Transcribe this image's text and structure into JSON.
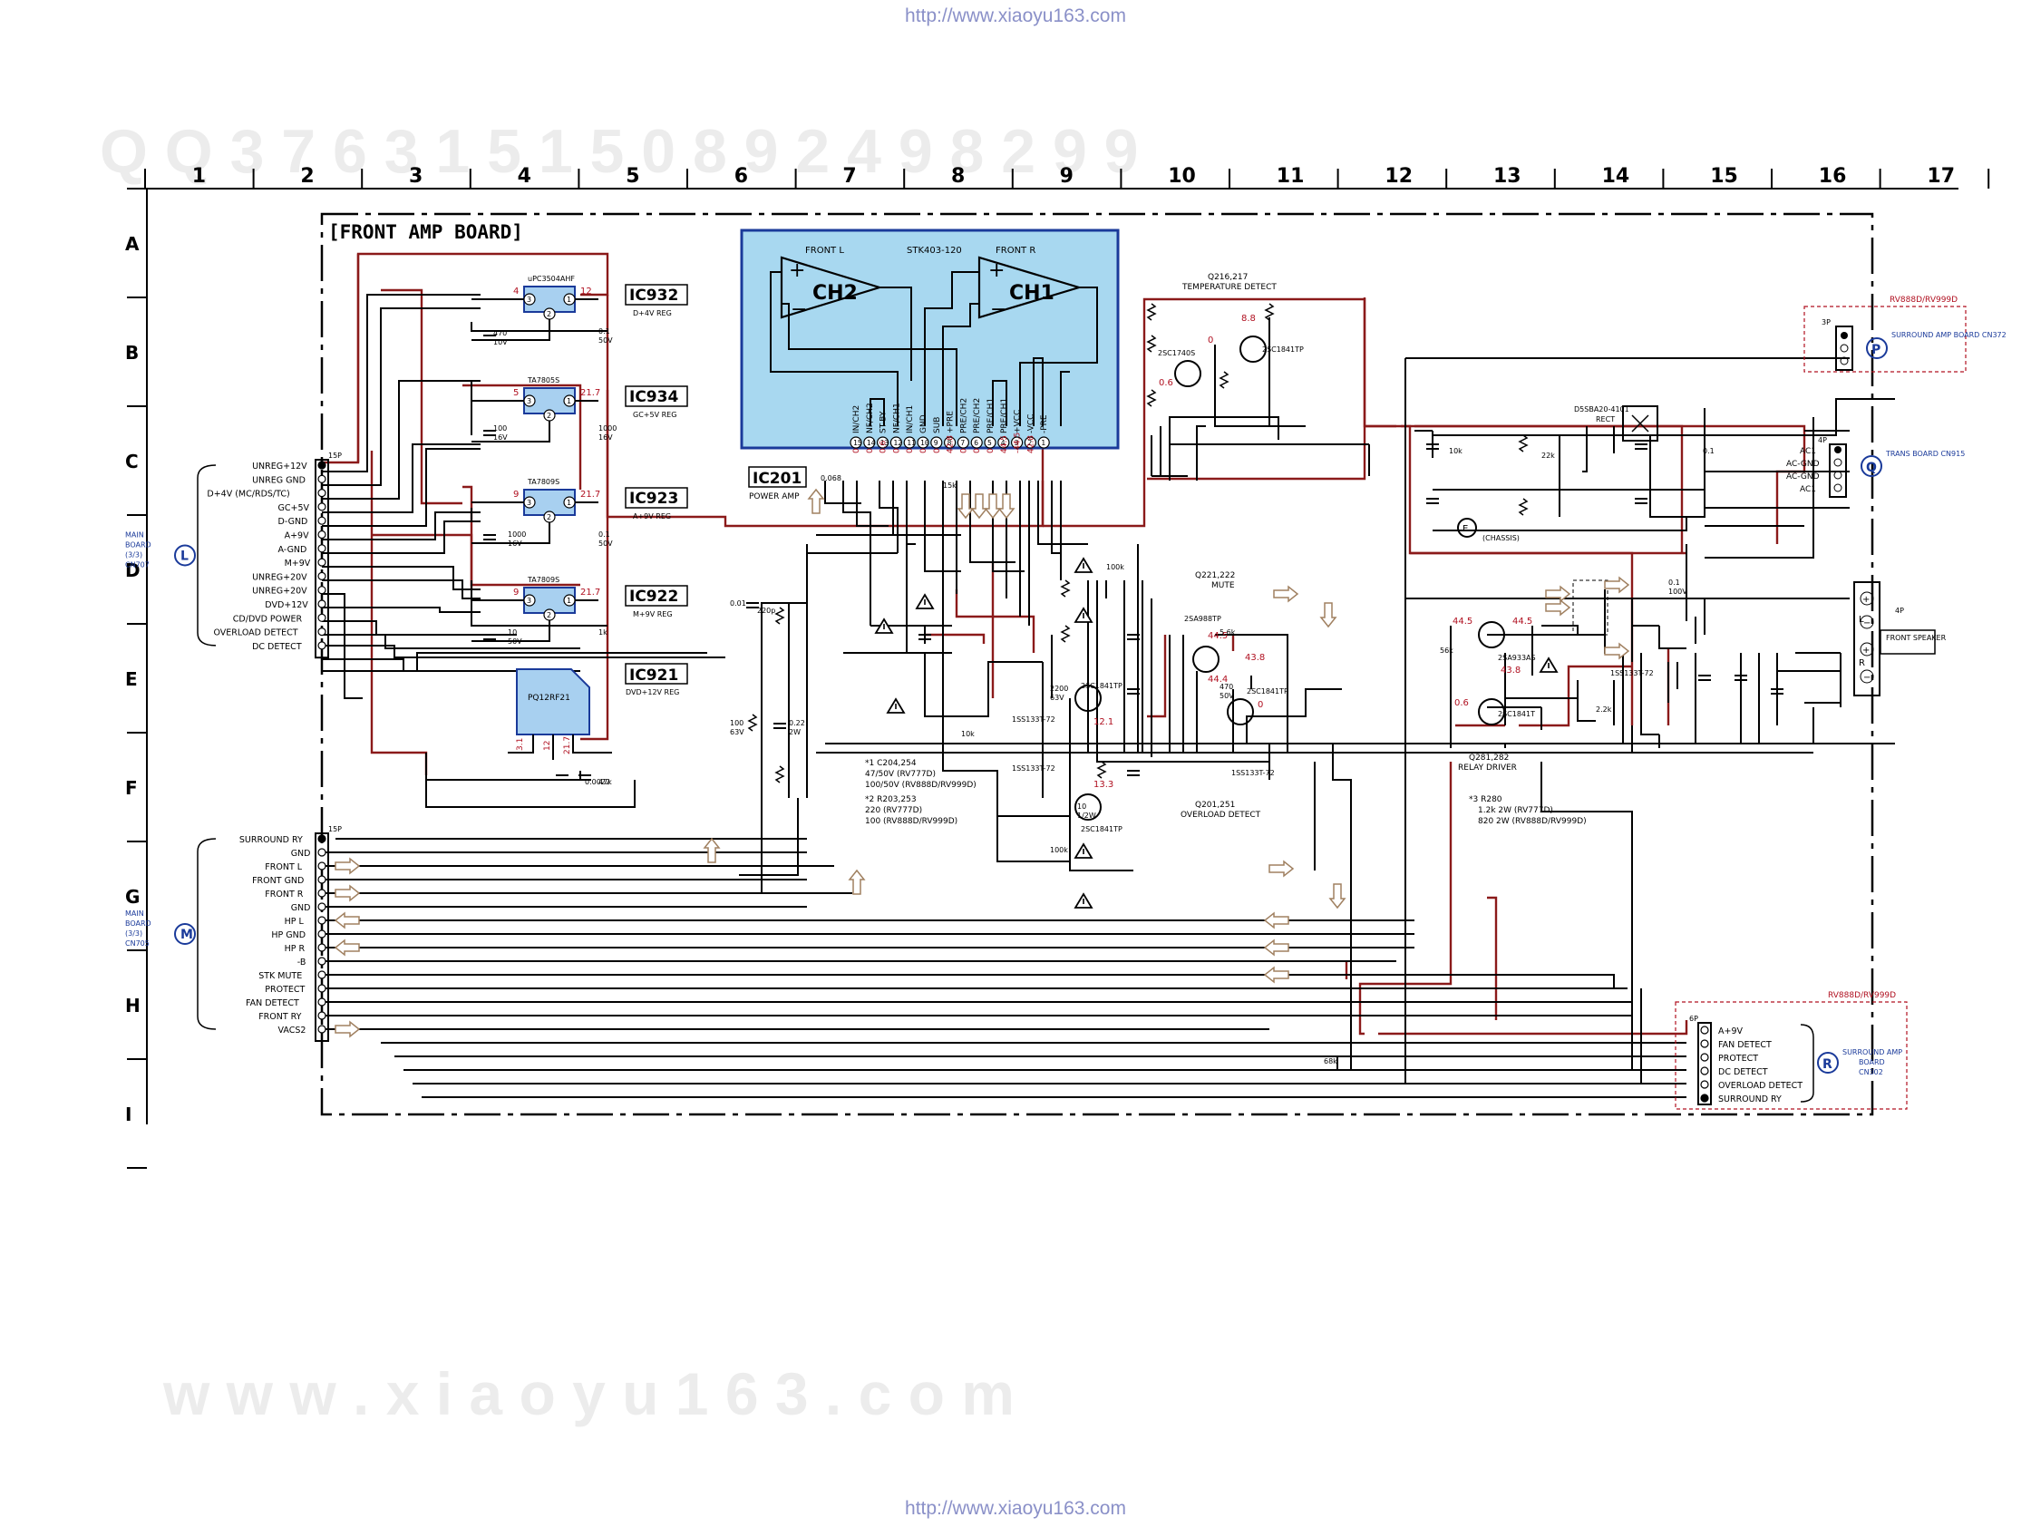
{
  "header_url": "http://www.xiaoyu163.com",
  "footer_url": "http://www.xiaoyu163.com",
  "watermark_top": "Q Q 3 7 6 3 1 5 1 5 0     8 9 2 4 9 8 2 9 9",
  "watermark_bottom": "w w w . x i a o y u 1 6 3 . c o m",
  "board_title": "[FRONT AMP BOARD]",
  "columns": [
    "1",
    "2",
    "3",
    "4",
    "5",
    "6",
    "7",
    "8",
    "9",
    "10",
    "11",
    "12",
    "13",
    "14",
    "15",
    "16",
    "17"
  ],
  "rows": [
    "A",
    "B",
    "C",
    "D",
    "E",
    "F",
    "G",
    "H",
    "I"
  ],
  "ics": [
    {
      "name": "IC932",
      "desc": "D+4V REG",
      "part": "uPC3504AHF",
      "pins": [
        "4",
        "12"
      ]
    },
    {
      "name": "IC934",
      "desc": "GC+5V REG",
      "part": "TA7805S",
      "pins": [
        "5",
        "21.7"
      ]
    },
    {
      "name": "IC923",
      "desc": "A+9V REG",
      "part": "TA7809S",
      "pins": [
        "9",
        "21.7"
      ]
    },
    {
      "name": "IC922",
      "desc": "M+9V REG",
      "part": "TA7809S",
      "pins": [
        "9",
        "21.7"
      ]
    },
    {
      "name": "IC921",
      "desc": "DVD+12V REG",
      "part": "PQ12RF21",
      "pins": [
        "3.1",
        "12",
        "21.7"
      ]
    }
  ],
  "power_amp": {
    "name": "IC201",
    "desc": "POWER AMP",
    "part": "STK403-120",
    "front_l": "FRONT L",
    "front_r": "FRONT R",
    "ch2": "CH2",
    "ch1": "CH1",
    "pins": [
      "IN/CH2",
      "NF/CH2",
      "ST-BY",
      "NF/CH1",
      "IN/CH1",
      "GND",
      "SUB",
      "+PRE",
      "PRE/CH2",
      "PRE/CH2",
      "PRE/CH1",
      "PRE/CH1",
      "+VCC",
      "-VCC",
      "-PRE"
    ]
  },
  "connectors": {
    "L": {
      "circle": "L",
      "board": "MAIN BOARD (3/3) CN707",
      "header": "15P",
      "pins": [
        "UNREG+12V",
        "UNREG GND",
        "D+4V (MC/RDS/TC)",
        "GC+5V",
        "D-GND",
        "A+9V",
        "A-GND",
        "M+9V",
        "UNREG+20V",
        "UNREG+20V",
        "DVD+12V",
        "CD/DVD POWER",
        "OVERLOAD DETECT",
        "DC DETECT"
      ]
    },
    "M": {
      "circle": "M",
      "board": "MAIN BOARD (3/3) CN705",
      "header": "15P",
      "pins": [
        "SURROUND RY",
        "GND",
        "FRONT L",
        "FRONT GND",
        "FRONT R",
        "GND",
        "HP L",
        "HP GND",
        "HP R",
        "-B",
        "STK MUTE",
        "PROTECT",
        "FAN DETECT",
        "FRONT RY",
        "VACS2"
      ]
    },
    "P": {
      "circle": "P",
      "models": "RV888D/RV999D",
      "board": "SURROUND AMP BOARD CN372",
      "header": "3P"
    },
    "Q": {
      "circle": "Q",
      "board": "TRANS BOARD CN915",
      "header": "4P",
      "pins": [
        "AC1",
        "AC-GND",
        "AC-GND",
        "AC1"
      ]
    },
    "R": {
      "circle": "R",
      "models": "RV888D/RV999D",
      "board": "SURROUND AMP BOARD CN302",
      "header": "6P",
      "pins": [
        "A+9V",
        "FAN DETECT",
        "PROTECT",
        "DC DETECT",
        "OVERLOAD DETECT",
        "SURROUND RY"
      ]
    }
  },
  "speaker": {
    "header": "4P",
    "label": "FRONT SPEAKER",
    "l": "L",
    "r": "R"
  },
  "blocks": {
    "temp": {
      "ref": "Q216,217",
      "desc": "TEMPERATURE DETECT",
      "q1": "2SC1740S",
      "q2": "2SC1841TP",
      "v1": "0",
      "v2": "0.6",
      "v3": "8.8"
    },
    "mute": {
      "ref": "Q221,222",
      "desc": "MUTE",
      "q1": "2SA988TP",
      "q2": "2SC1841TP",
      "v1": "44.5",
      "v2": "43.8",
      "v3": "44.4",
      "v4": "0"
    },
    "overload": {
      "ref": "Q201,251",
      "desc": "OVERLOAD DETECT",
      "q": "2SC1841TP",
      "v1": "12.1",
      "v2": "13.3"
    },
    "relay": {
      "ref": "Q281,282",
      "desc": "RELAY DRIVER",
      "q1": "2SA933AS",
      "q2": "2SC1841T",
      "v1": "44.5",
      "v2": "44.5",
      "v3": "43.8",
      "v4": "0.6"
    },
    "rect": {
      "part": "D5SBA20-4101",
      "desc": "RECT",
      "chassis": "(CHASSIS)"
    },
    "diode": "1SS133T-72"
  },
  "notes": {
    "n1": [
      "*1 C204,254",
      "47/50V (RV777D)",
      "100/50V (RV888D/RV999D)"
    ],
    "n2": [
      "*2 R203,253",
      "220 (RV777D)",
      "100 (RV888D/RV999D)"
    ],
    "n3": [
      "*3 R280",
      "1.2k 2W (RV777D)",
      "820 2W (RV888D/RV999D)"
    ]
  },
  "components": [
    "470 10V",
    "0.1 50V",
    "100 16V",
    "1000 16V",
    "1000 16V",
    "0.1 50V",
    "10 50V",
    "1k",
    "0.0022",
    "47k",
    "0.01",
    "220p",
    "100 63V",
    "0.22 2W",
    "0.068",
    "15k",
    "10k",
    "100k",
    "10 1/2W",
    "2200 63V",
    "100k",
    "0.1 100V",
    "10k",
    "22k",
    "0.1",
    "56k",
    "2.2k",
    "68k",
    "5.6k",
    "470 50V"
  ],
  "colors": {
    "wire": "#000000",
    "power_wire": "#8b1a1a",
    "ic_fill": "#a8d8f0",
    "ic_border": "#1a3a9a",
    "ic_small": "#a8d0f0",
    "accent_red": "#b01020",
    "connector_blue": "#1a3a9a"
  }
}
